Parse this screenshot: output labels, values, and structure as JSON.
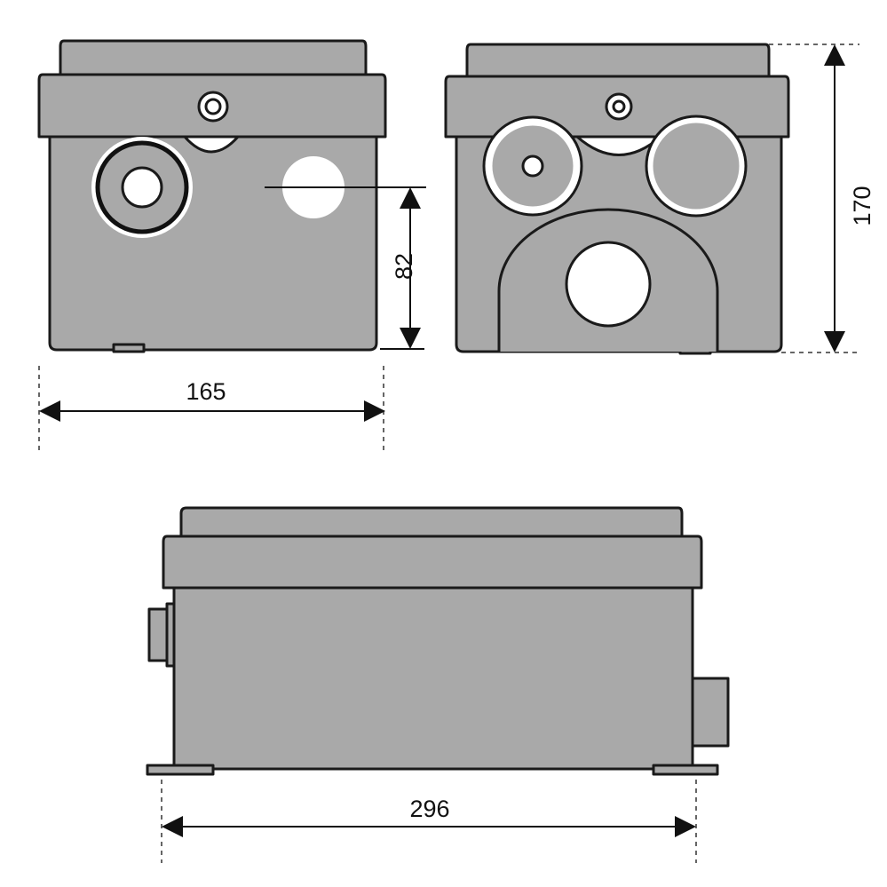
{
  "dimensions": {
    "width_front": "165",
    "height_mount": "82",
    "height_total": "170",
    "length": "296"
  },
  "colors": {
    "enclosure": "#a9a9a9",
    "outline": "#1a1a1a",
    "hole": "#ffffff"
  }
}
